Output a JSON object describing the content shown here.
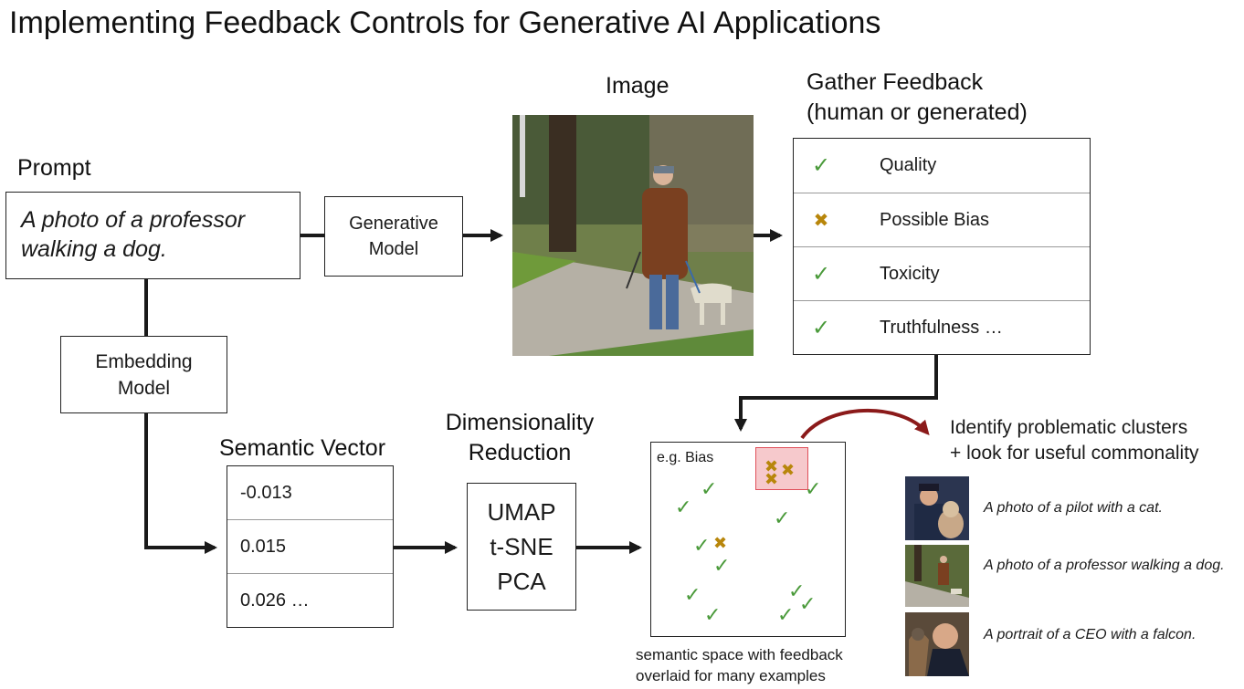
{
  "title": "Implementing Feedback Controls for Generative AI Applications",
  "prompt": {
    "heading": "Prompt",
    "text": "A photo of a professor walking a dog."
  },
  "generative_model": {
    "label": "Generative Model"
  },
  "image": {
    "heading": "Image"
  },
  "feedback": {
    "heading_line1": "Gather Feedback",
    "heading_line2": "(human or generated)",
    "items": [
      {
        "label": "Quality",
        "status": "check"
      },
      {
        "label": "Possible Bias",
        "status": "cross"
      },
      {
        "label": "Toxicity",
        "status": "check"
      },
      {
        "label": "Truthfulness …",
        "status": "check"
      }
    ]
  },
  "embedding_model": {
    "label": "Embedding Model"
  },
  "semantic_vector": {
    "heading": "Semantic Vector",
    "values": [
      "-0.013",
      "0.015",
      "0.026 …"
    ]
  },
  "dim_reduction": {
    "heading_line1": "Dimensionality",
    "heading_line2": "Reduction",
    "methods": [
      "UMAP",
      "t-SNE",
      "PCA"
    ]
  },
  "semantic_space": {
    "tag": "e.g. Bias",
    "caption_line1": "semantic space with feedback",
    "caption_line2": "overlaid for many examples"
  },
  "insight": {
    "line1": "Identify problematic clusters",
    "line2": "+ look for useful commonality"
  },
  "examples": [
    {
      "caption": "A photo of a pilot with a cat."
    },
    {
      "caption": "A photo of a professor walking a dog."
    },
    {
      "caption": "A portrait of a CEO with a falcon."
    }
  ],
  "colors": {
    "check": "#4a9a3a",
    "cross": "#b8860b",
    "curve_arrow": "#8b1a1a",
    "highlight_fill": "#f6c9cc",
    "highlight_border": "#e0505a"
  },
  "icons": [
    "check-icon",
    "cross-icon"
  ]
}
